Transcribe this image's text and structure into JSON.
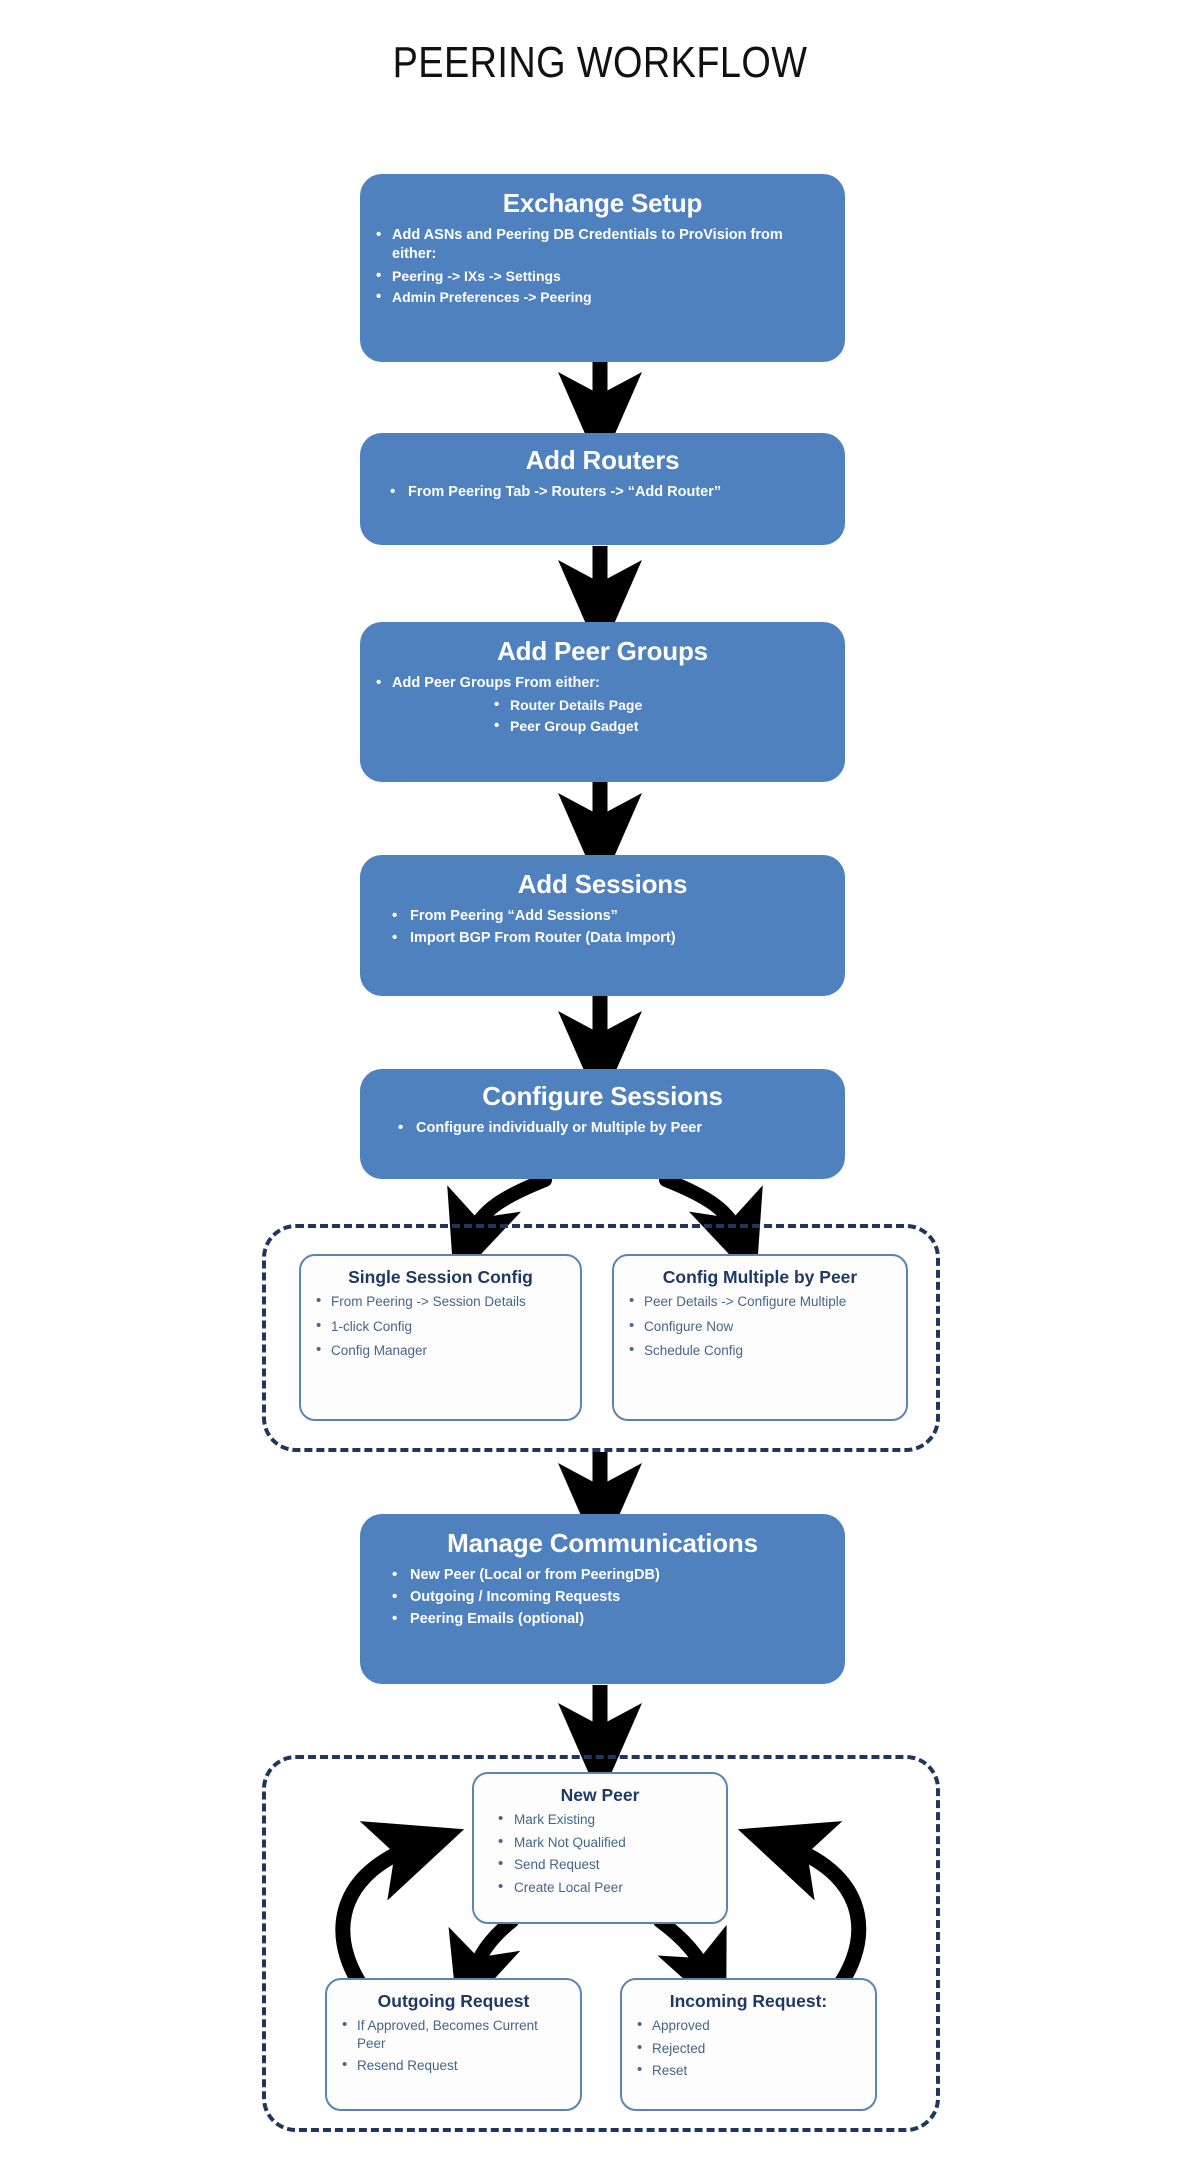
{
  "page": {
    "title": "PEERING WORKFLOW",
    "accent_blue": "#4E81BE",
    "dash_navy": "#21365F",
    "subbox_border": "#5B84B1",
    "subbox_title_color": "#1F3864",
    "subbox_text_color": "#44658C",
    "arrow_color": "#000000",
    "background": "#FFFFFF"
  },
  "stages": [
    {
      "id": "exchange-setup",
      "title": "Exchange Setup",
      "bullets": [
        "Add ASNs and Peering DB Credentials to ProVision from either:"
      ],
      "subbullets": [
        "Peering -> IXs -> Settings",
        "Admin Preferences -> Peering"
      ]
    },
    {
      "id": "add-routers",
      "title": "Add Routers",
      "bullets": [
        "From Peering Tab -> Routers -> “Add Router”"
      ],
      "subbullets": []
    },
    {
      "id": "add-peer-groups",
      "title": "Add Peer Groups",
      "bullets": [
        "Add Peer Groups From either:"
      ],
      "subbullets": [
        "Router Details Page",
        "Peer Group Gadget"
      ]
    },
    {
      "id": "add-sessions",
      "title": "Add Sessions",
      "bullets": [
        "From  Peering “Add Sessions”",
        "Import BGP From Router (Data Import)"
      ],
      "subbullets": []
    },
    {
      "id": "configure-sessions",
      "title": "Configure Sessions",
      "bullets": [
        "Configure individually or Multiple by Peer"
      ],
      "subbullets": []
    },
    {
      "id": "manage-communications",
      "title": "Manage Communications",
      "bullets": [
        "New Peer (Local or from PeeringDB)",
        "Outgoing / Incoming Requests",
        "Peering Emails (optional)"
      ],
      "subbullets": []
    }
  ],
  "config_group": {
    "boxes": [
      {
        "id": "single-session-config",
        "title": "Single Session Config",
        "bullets": [
          "From Peering -> Session Details",
          "1-click Config",
          "Config Manager"
        ]
      },
      {
        "id": "config-multiple-by-peer",
        "title": "Config Multiple by Peer",
        "bullets": [
          "Peer Details -> Configure Multiple",
          "Configure Now",
          "Schedule Config"
        ]
      }
    ]
  },
  "peer_group": {
    "boxes": [
      {
        "id": "new-peer",
        "title": "New Peer",
        "bullets": [
          "Mark Existing",
          "Mark Not Qualified",
          "Send Request",
          "Create Local Peer"
        ]
      },
      {
        "id": "outgoing-request",
        "title": "Outgoing Request",
        "bullets": [
          "If Approved, Becomes Current Peer",
          "Resend Request"
        ]
      },
      {
        "id": "incoming-request",
        "title": "Incoming Request:",
        "bullets": [
          "Approved",
          "Rejected",
          "Reset"
        ]
      }
    ]
  }
}
